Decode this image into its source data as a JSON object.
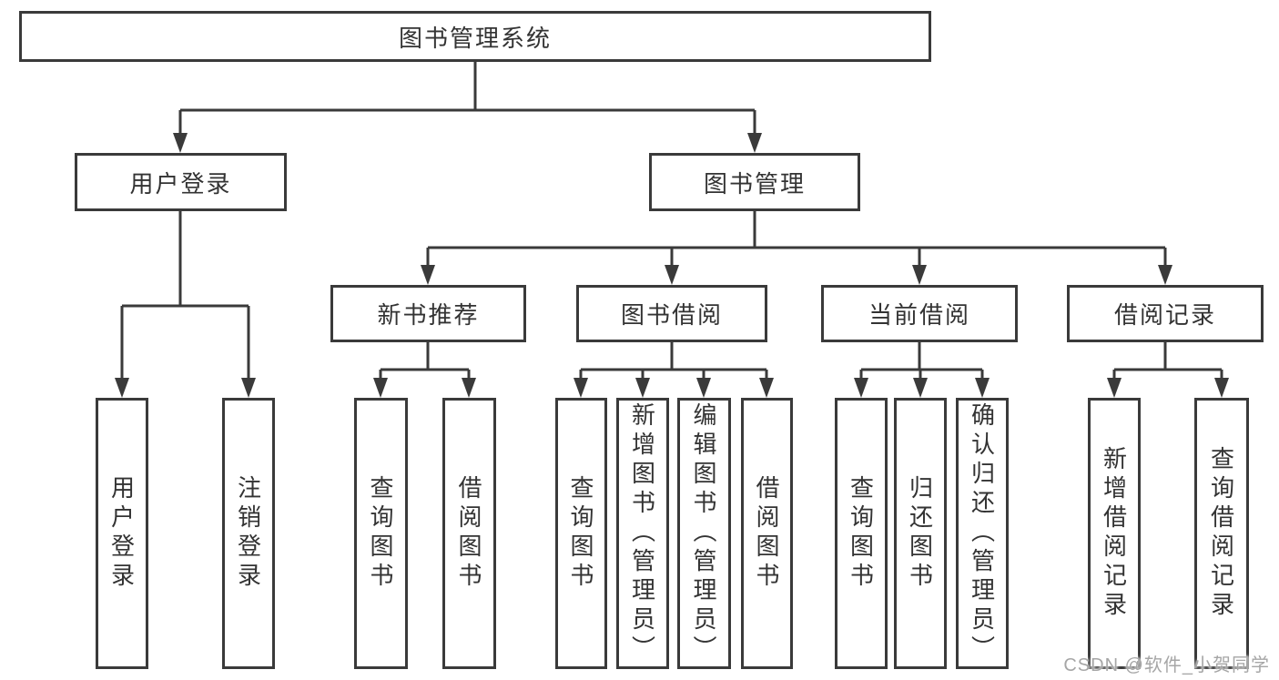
{
  "nodes": {
    "root": "图书管理系统",
    "l2": [
      "用户登录",
      "图书管理"
    ],
    "l3": [
      "新书推荐",
      "图书借阅",
      "当前借阅",
      "借阅记录"
    ],
    "leaves_user": [
      "用户登录",
      "注销登录"
    ],
    "leaves_newbook": [
      "查询图书",
      "借阅图书"
    ],
    "leaves_borrow": [
      "查询图书",
      "新增图书（管理员）",
      "编辑图书（管理员）",
      "借阅图书"
    ],
    "leaves_current": [
      "查询图书",
      "归还图书",
      "确认归还（管理员）"
    ],
    "leaves_records": [
      "新增借阅记录",
      "查询借阅记录"
    ]
  },
  "watermark": "CSDN @软件_小贺同学",
  "colors": {
    "line": "#3a3a3a",
    "text": "#333333",
    "watermark": "#a6a6a6",
    "background": "#ffffff"
  }
}
